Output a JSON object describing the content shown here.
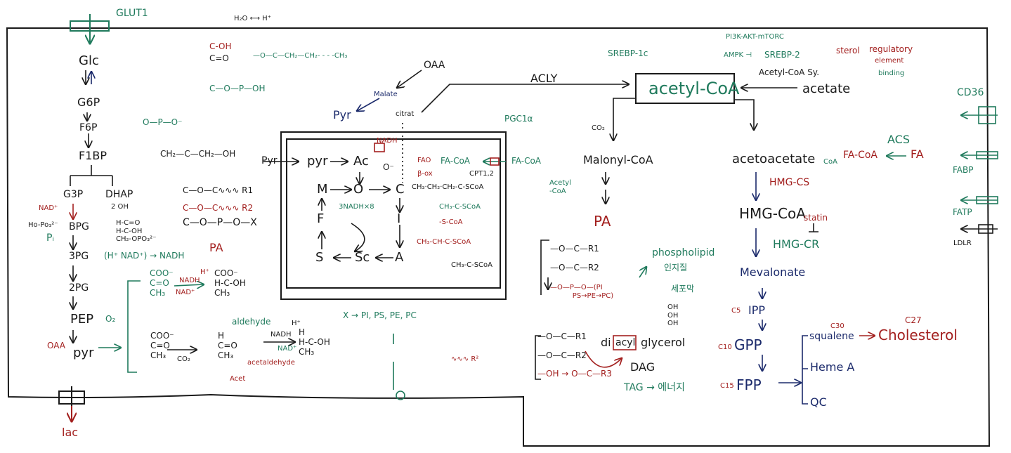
{
  "colors": {
    "ink": "#1a1a1a",
    "green": "#1f7a5c",
    "red": "#a3201f",
    "navy": "#1b2a6b"
  },
  "transporters": {
    "glut1": "GLUT1",
    "cd36": "CD36",
    "fabp": "FABP",
    "fatp": "FATP",
    "ldlr": "LDLR"
  },
  "glycolysis": {
    "glc": "Glc",
    "g6p": "G6P",
    "f6p": "F6P",
    "f16bp": "F1BP",
    "g3p": "G3P",
    "dhap": "DHAP",
    "bpg": "BPG",
    "pg3": "3PG",
    "pg2": "2PG",
    "pep": "PEP",
    "pyr": "pyr",
    "nad": "NAD⁺",
    "hopo3": "Ho-Po₃²⁻",
    "pi": "Pᵢ",
    "oaa": "OAA",
    "lac": "lac",
    "two_oh": "2 OH"
  },
  "structures": {
    "water": "H₂O ⟷ H⁺",
    "enol_top": "C-OH",
    "enol_mid": "C=O",
    "enol_bot": "C—O—P—OH",
    "ester": "—O—C—CH₂—CH₂- - - -CH₃",
    "phosphate": "O—P—O⁻",
    "dhap_chain": "CH₂—C—CH₂—OH",
    "pa_r1": "C—O—C∿∿∿ R1",
    "pa_r2": "C—O—C∿∿∿ R2",
    "pa_x": "C—O—P—O—X",
    "pa_label": "PA",
    "g3p_struct": "H-C=O\nH-C-OH\nCH₂-OPO₃²⁻",
    "nadh_line": "(H⁺ NAD⁺) → NADH",
    "pyruvate": "COO⁻\nC=O\nCH₃",
    "nadh": "NADH",
    "nad_plus": "NAD⁺",
    "h_plus": "H⁺",
    "lactate": "COO⁻\nH-C-OH\nCH₃",
    "o2": "O₂",
    "pyruvate2": "COO⁻\nC=O\nCH₃",
    "co2": "CO₂",
    "aldehyde": "aldehyde",
    "acetaldehyde_struct": "H\nC=O\nCH₃",
    "acetaldehyde": "acetaldehyde",
    "acet": "Acet",
    "nadh2": "NADH",
    "nad2": "NAD⁺",
    "h_plus2": "H⁺",
    "ethanol": "H\nH-C-OH\nCH₃"
  },
  "cytosol": {
    "oaa": "OAA",
    "malate": "Malate",
    "pyr": "Pyr",
    "citrate": "citrat",
    "acly": "ACLY",
    "pgc1a": "PGC1α",
    "pyr_in": "Pyr",
    "x_line": "X → PI,  PS,  PE,  PC"
  },
  "mito": {
    "pyr": "pyr",
    "ac": "Ac",
    "o": "O",
    "o_minus": "O⁻",
    "nadh": "NADH",
    "c": "C",
    "i": "I",
    "a": "A",
    "sc": "Sc",
    "s": "S",
    "f": "F",
    "m": "M",
    "nadh_x8": "3NADH×8",
    "fao": "FAO",
    "fa_coa": "FA-CoA",
    "beta_ox": "β-ox",
    "r1": "CH₃·CH₂·CH₂-C-SCoA",
    "r2": "CH₃-C-SCoA",
    "r3": "-S-CoA",
    "r4": "CH₃-CH-C-SCoA",
    "r5": "CH₃-C-SCoA",
    "cpt": "CPT1,2",
    "fa_coa_out": "FA-CoA"
  },
  "lipid": {
    "acetyl_coa": "acetyl-CoA",
    "acetate": "acetate",
    "acetyl_coa_sy": "Acetyl-CoA Sy.",
    "srebp1c": "SREBP-1c",
    "pi3k": "PI3K-AKT-mTORC",
    "ampk": "AMPK ⊣",
    "srebp2": "SREBP-2",
    "sterol": "sterol",
    "regulatory": "regulatory",
    "element": "element",
    "binding": "binding",
    "co2": "CO₂",
    "malonyl": "Malonyl-CoA",
    "acetyl_side": "Acetyl\n-CoA",
    "pa": "PA",
    "tg1": "—O—C—R1",
    "tg2": "—O—C—R2",
    "tg3": "—O—P—O—(PI\n          PS→PE→PC)",
    "phospholipid": "phospholipid",
    "korean1": "인지질",
    "korean2": "세포막",
    "oh3": "OH\nOH\nOH",
    "dg1": "—O—C—R1",
    "dg2": "—O—C—R2",
    "dg3": "—OH → O—C—R3",
    "di": "di",
    "acyl": "acyl",
    "glycerol": "glycerol",
    "dag": "DAG",
    "tag": "TAG → 에너지",
    "r_chain": "∿∿∿ R²"
  },
  "cholesterol": {
    "acetoacetate": "acetoacetate",
    "coa": "CoA",
    "hmgcs": "HMG-CS",
    "hmgcoa": "HMG-CoA",
    "statin": "statin",
    "hmgcr": "HMG-CR",
    "mevalonate": "Mevalonate",
    "c5": "C5",
    "ipp": "IPP",
    "c10": "C10",
    "gpp": "GPP",
    "c15": "C15",
    "fpp": "FPP",
    "c30": "C30",
    "squalene": "squalene",
    "c27": "C27",
    "cholesterol": "Cholesterol",
    "heme": "Heme A",
    "qc": "QC",
    "acs": "ACS",
    "fa_coa": "FA-CoA",
    "fa": "FA"
  }
}
